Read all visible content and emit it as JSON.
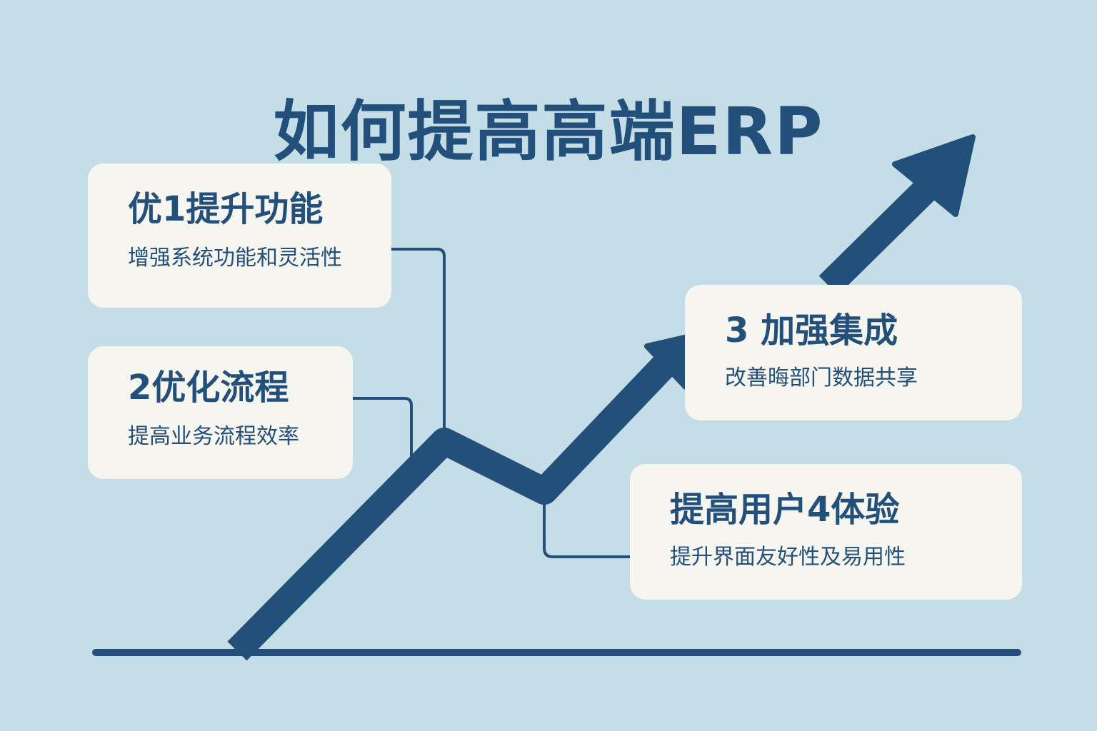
{
  "title": "如何提高高端ERP",
  "colors": {
    "background": "#c5dde7",
    "primary": "#22507a",
    "card": "#f7f5ef"
  },
  "steps": [
    {
      "title": "优1提升功能",
      "description": "增强系统功能和灵活性"
    },
    {
      "title": "2优化流程",
      "description": "提高业务流程效率"
    },
    {
      "title": "3 加强集成",
      "description": "改善晦部门数据共享"
    },
    {
      "title": "提高用户4体验",
      "description": "提升界面友好性及易用性"
    }
  ]
}
